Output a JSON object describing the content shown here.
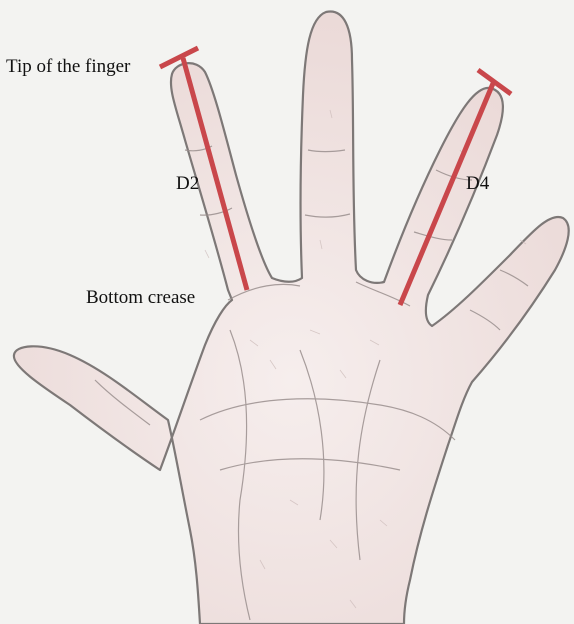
{
  "labels": {
    "tip": "Tip of the finger",
    "d2": "D2",
    "d4": "D4",
    "crease": "Bottom crease"
  },
  "colors": {
    "background": "#f4f4f2",
    "skin": "#efe1df",
    "skin_shadow": "#d9c6c4",
    "outline": "#7d7877",
    "measure": "#c9474b"
  },
  "icons": {
    "hand": "hand-illustration"
  }
}
